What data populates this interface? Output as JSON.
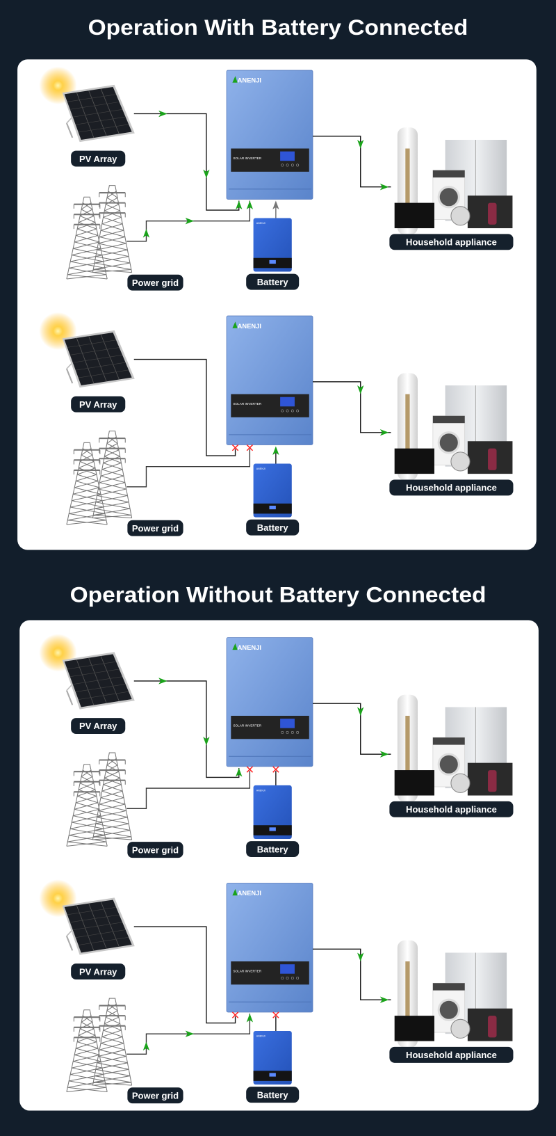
{
  "colors": {
    "background": "#121e2b",
    "panel": "#ffffff",
    "label_bg": "#15202c",
    "flow_arrow": "#1aa31a",
    "standby_arrow": "#777777",
    "blocked_mark": "#ff2020",
    "inverter": "#6f97dc",
    "battery": "#2c5fcc"
  },
  "sections": [
    {
      "title": "Operation With Battery Connected",
      "diagrams": [
        {
          "pv": "flowing",
          "grid": "flowing",
          "battery": "standby",
          "output": "flowing"
        },
        {
          "pv": "blocked",
          "grid": "blocked",
          "battery": "discharging",
          "output": "flowing"
        }
      ]
    },
    {
      "title": "Operation Without Battery Connected",
      "diagrams": [
        {
          "pv": "flowing",
          "grid": "blocked",
          "battery": "blocked",
          "output": "flowing"
        },
        {
          "pv": "blocked",
          "grid": "flowing",
          "battery": "blocked",
          "output": "flowing"
        }
      ]
    }
  ],
  "labels": {
    "pv_array": "PV Array",
    "power_grid": "Power grid",
    "battery": "Battery",
    "household": "Household appliance"
  },
  "inverter": {
    "brand": "ANENJI",
    "model_text": "SOLAR INVERTER"
  },
  "icons": [
    "sun-icon",
    "solar-panel-icon",
    "transmission-tower-icon",
    "inverter-icon",
    "battery-icon",
    "appliances-icon",
    "arrow-icon",
    "blocked-x-icon"
  ]
}
